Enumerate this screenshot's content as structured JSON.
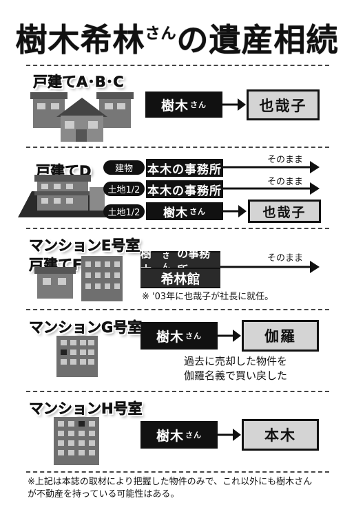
{
  "title": {
    "main_a": "樹木希林",
    "small": "さん",
    "main_b": "の遺産相続"
  },
  "sections": {
    "abc": {
      "label": "戸建てA･B･C",
      "from_name": "樹木",
      "from_suffix": "さん",
      "to": "也哉子"
    },
    "d": {
      "label": "戸建てD",
      "rows": [
        {
          "tag": "建物",
          "target": "本木の事務所",
          "note": "そのまま"
        },
        {
          "tag": "土地1/2",
          "target": "本木の事務所",
          "note": "そのまま"
        },
        {
          "tag": "土地1/2",
          "target_name": "樹木",
          "target_suffix": "さん",
          "to": "也哉子"
        }
      ]
    },
    "ef": {
      "label_1": "マンションE号室",
      "label_2": "戸建てF",
      "banner_1a": "樹木",
      "banner_1_small": "さん",
      "banner_1b": "の事務所",
      "banner_2": "希林館",
      "note": "そのまま",
      "remark": "※ '03年に也哉子が社長に就任。"
    },
    "g": {
      "label": "マンションG号室",
      "from_name": "樹木",
      "from_suffix": "さん",
      "to": "伽羅",
      "caption_1": "過去に売却した物件を",
      "caption_2": "伽羅名義で買い戻した"
    },
    "h": {
      "label": "マンションH号室",
      "from_name": "樹木",
      "from_suffix": "さん",
      "to": "本木"
    }
  },
  "footer": {
    "line_1": "※上記は本誌の取材により把握した物件のみで、これ以外にも樹木さん",
    "line_2": "が不動産を持っている可能性はある。"
  },
  "colors": {
    "ink": "#111111",
    "box_gray": "#d4d4d4",
    "building_gray": "#6f6f6f",
    "window": "#c8c8c8"
  }
}
